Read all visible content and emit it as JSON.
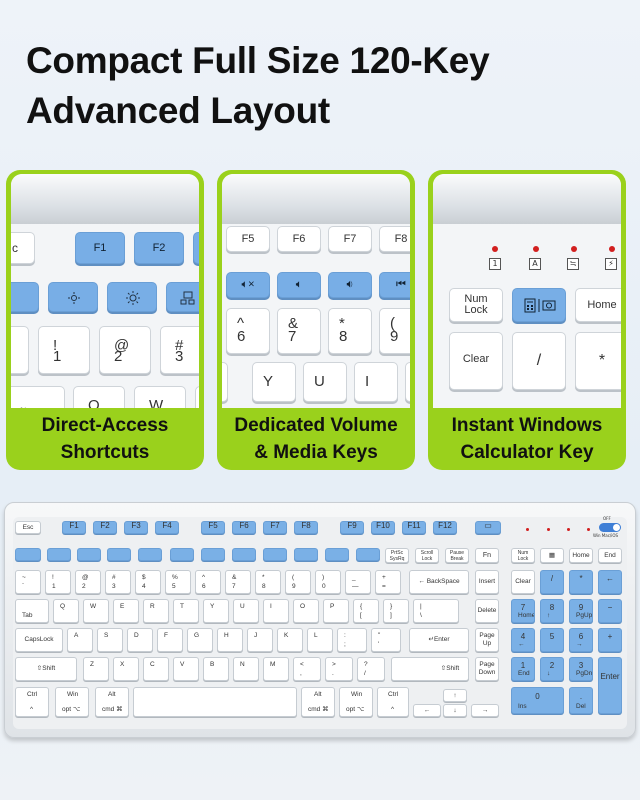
{
  "headline": {
    "line1": "Compact Full Size 120-Key",
    "line2": "Advanced Layout"
  },
  "panels": [
    {
      "caption_line1": "Direct-Access",
      "caption_line2": "Shortcuts",
      "keys": {
        "esc": "c",
        "f1": "F1",
        "f2": "F2",
        "n1_top": "!",
        "n1_bot": "1",
        "n2_top": "@",
        "n2_bot": "2",
        "n3_top": "#",
        "n3_bot": "3",
        "q": "Q",
        "w": "W",
        "tab_glyph": "⇤"
      },
      "icons": [
        "brightness-down-icon",
        "brightness-up-icon",
        "task-view-icon"
      ]
    },
    {
      "caption_line1": "Dedicated Volume",
      "caption_line2": "& Media Keys",
      "keys": {
        "f5": "F5",
        "f6": "F6",
        "f7": "F7",
        "f8": "F8",
        "n6_top": "^",
        "n6_bot": "6",
        "n7_top": "&",
        "n7_bot": "7",
        "n8_top": "*",
        "n8_bot": "8",
        "n9_top": "(",
        "n9_bot": "9",
        "y": "Y",
        "u": "U",
        "i": "I"
      },
      "icons": [
        "mute-icon",
        "volume-down-icon",
        "volume-up-icon",
        "previous-track-icon"
      ]
    },
    {
      "caption_line1": "Instant Windows",
      "caption_line2": "Calculator Key",
      "indicators": [
        "1",
        "A",
        "≒",
        "⚡"
      ],
      "keys": {
        "numlock_l1": "Num",
        "numlock_l2": "Lock",
        "home": "Home",
        "clear": "Clear",
        "divide": "/",
        "multiply": "*"
      },
      "icons": [
        "calculator-icon",
        "camera-icon"
      ]
    }
  ],
  "keyboard": {
    "row_f": [
      "Esc",
      "F1",
      "F2",
      "F3",
      "F4",
      "F5",
      "F6",
      "F7",
      "F8",
      "F9",
      "F10",
      "F11",
      "F12"
    ],
    "switch_label_off": "OFF",
    "switch_label_on": "Win   Mac/iOS",
    "row_media_text": {
      "prtsc": "PrtSc SysRq",
      "scroll": "Scroll Lock",
      "pause": "Pause Break",
      "fn": "Fn",
      "numlock": "Num Lock",
      "home": "Home",
      "end": "End"
    },
    "row_num": [
      {
        "t": "~",
        "b": "`"
      },
      {
        "t": "!",
        "b": "1"
      },
      {
        "t": "@",
        "b": "2"
      },
      {
        "t": "#",
        "b": "3"
      },
      {
        "t": "$",
        "b": "4"
      },
      {
        "t": "%",
        "b": "5"
      },
      {
        "t": "^",
        "b": "6"
      },
      {
        "t": "&",
        "b": "7"
      },
      {
        "t": "*",
        "b": "8"
      },
      {
        "t": "(",
        "b": "9"
      },
      {
        "t": ")",
        "b": "0"
      },
      {
        "t": "_",
        "b": "—"
      },
      {
        "t": "+",
        "b": "="
      }
    ],
    "backspace": "← BackSpace",
    "insert": "Insert",
    "delete": "Delete",
    "pageup": "Page Up",
    "pagedown": "Page Down",
    "numpad_ops": [
      "Clear",
      "/",
      "*",
      "←"
    ],
    "row_q_letters": [
      "Q",
      "W",
      "E",
      "R",
      "T",
      "Y",
      "U",
      "I",
      "O",
      "P"
    ],
    "row_q_extra": [
      {
        "t": "{",
        "b": "["
      },
      {
        "t": "}",
        "b": "]"
      },
      {
        "t": "|",
        "b": "\\"
      }
    ],
    "tab": "Tab",
    "row_a_letters": [
      "A",
      "S",
      "D",
      "F",
      "G",
      "H",
      "J",
      "K",
      "L"
    ],
    "row_a_extra": [
      {
        "t": ":",
        "b": ";"
      },
      {
        "t": "\"",
        "b": "'"
      }
    ],
    "capslock": "CapsLock",
    "enter": "↵Enter",
    "row_z_letters": [
      "Z",
      "X",
      "C",
      "V",
      "B",
      "N",
      "M"
    ],
    "row_z_extra": [
      {
        "t": "<",
        "b": ","
      },
      {
        "t": ">",
        "b": "."
      },
      {
        "t": "?",
        "b": "/"
      }
    ],
    "shift_left": "⇧Shift",
    "shift_right": "⇧Shift",
    "numpad": [
      {
        "t": "7",
        "b": "Home"
      },
      {
        "t": "8",
        "b": "↑"
      },
      {
        "t": "9",
        "b": "PgUp"
      },
      {
        "t": "−",
        "b": ""
      },
      {
        "t": "4",
        "b": "←"
      },
      {
        "t": "5",
        "b": ""
      },
      {
        "t": "6",
        "b": "→"
      },
      {
        "t": "+",
        "b": ""
      },
      {
        "t": "1",
        "b": "End"
      },
      {
        "t": "2",
        "b": "↓"
      },
      {
        "t": "3",
        "b": "PgDn"
      },
      {
        "t": "0",
        "b": "Ins"
      },
      {
        "t": ".",
        "b": "Del"
      }
    ],
    "numpad_enter": "Enter",
    "bottom": {
      "ctrl_t": "Ctrl",
      "ctrl_b": "^",
      "win_t": "Win",
      "win_b": "opt ⌥",
      "alt_t": "Alt",
      "alt_b": "cmd ⌘",
      "alt2_t": "Alt",
      "alt2_b": "cmd ⌘",
      "win2_t": "Win",
      "win2_b": "opt ⌥",
      "ctrl2_t": "Ctrl",
      "ctrl2_b": "^"
    },
    "arrows": {
      "up": "↑",
      "left": "←",
      "down": "↓",
      "right": "→"
    }
  },
  "colors": {
    "accent_blue": "#78aee6",
    "caption_green": "#9ad11c",
    "led_red": "#d21f1f",
    "switch_blue": "#3f7fd6"
  }
}
